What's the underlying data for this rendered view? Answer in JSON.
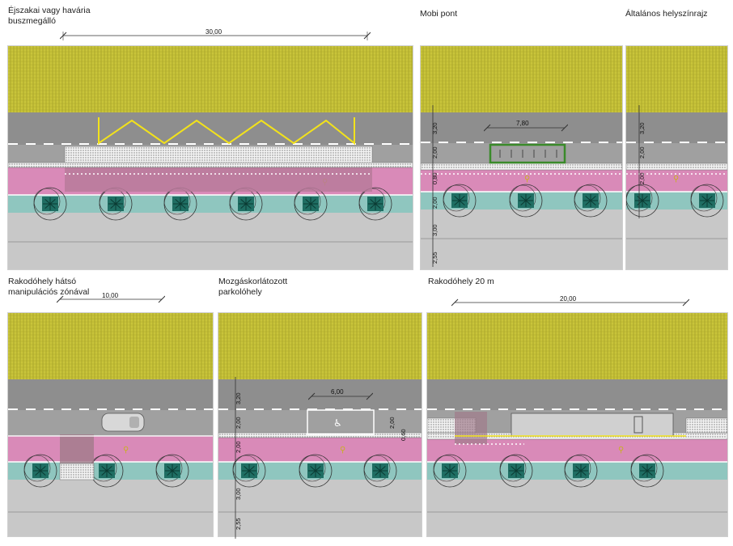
{
  "labels": {
    "night_stop": "Éjszakai vagy havária\nbuszmegálló",
    "mobi_point": "Mobi pont",
    "general_site": "Általános helyszínrajz",
    "loading_rear": "Rakodóhely hátsó\nmanipulációs zónával",
    "disabled_parking": "Mozgáskorlátozott\nparkolóhely",
    "loading_20": "Rakodóhely 20 m"
  },
  "dimensions": {
    "night_stop_length": "30,00",
    "mobi_length": "7,80",
    "loading_rear_length": "10,00",
    "disabled_length": "6,00",
    "loading_20_length": "20,00",
    "lane_320": "3,20",
    "lane_200a": "2,00",
    "lane_200b": "2,00",
    "lane_200c": "2,00",
    "lane_300": "3,00",
    "lane_255": "2,55",
    "mobi_d3": "0,80",
    "disabled_d3": "0,60"
  },
  "colors": {
    "building": "#c9c43a",
    "road": "#8e8e8e",
    "bike_lane": "#d98ab8",
    "green_strip": "#8fc6bf",
    "sidewalk": "#c8c8c8",
    "yellow_mark": "#f2e21b",
    "tree_canopy": "#1f6e63"
  }
}
